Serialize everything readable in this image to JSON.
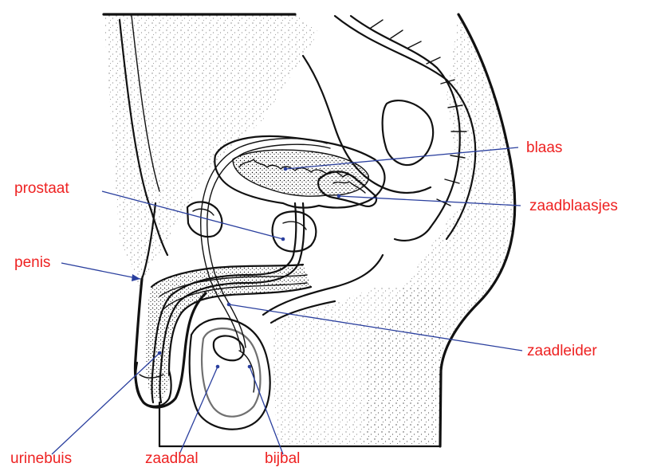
{
  "diagram": {
    "labels": {
      "blaas": "blaas",
      "prostaat": "prostaat",
      "zaadblaasjes": "zaadblaasjes",
      "penis": "penis",
      "zaadleider": "zaadleider",
      "urinebuis": "urinebuis",
      "zaadbal": "zaadbal",
      "bijbal": "bijbal"
    },
    "colors": {
      "label_text": "#ee2222",
      "leader_line": "#2a3f9e",
      "ink": "#111111",
      "background": "#ffffff"
    }
  }
}
